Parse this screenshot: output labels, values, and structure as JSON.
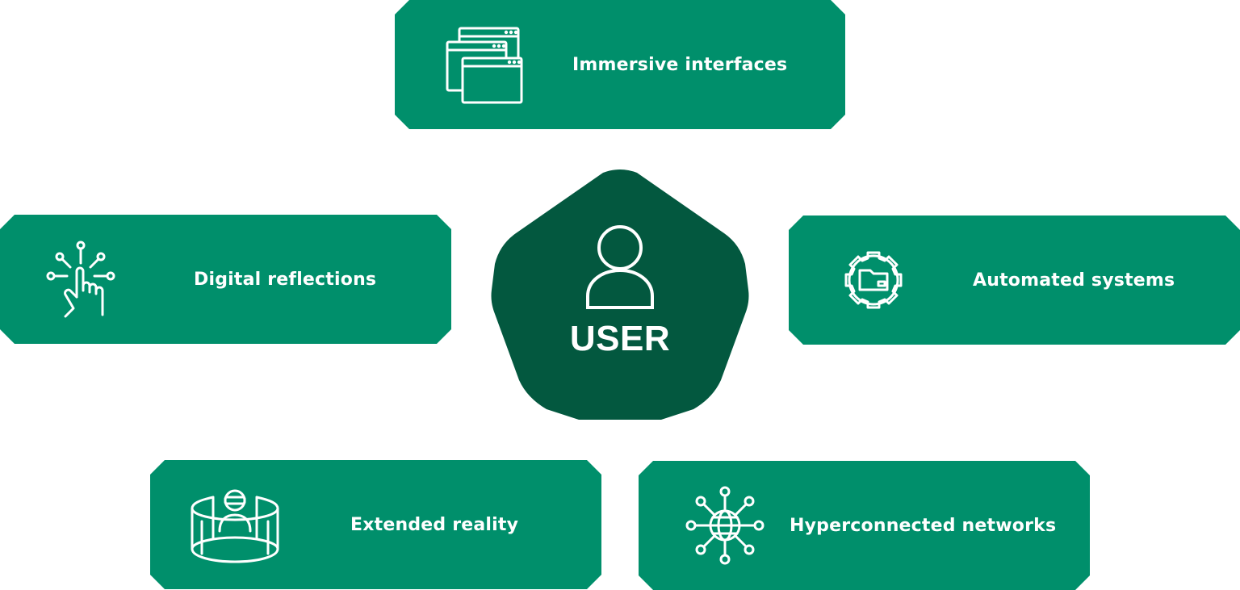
{
  "center": {
    "label": "USER"
  },
  "cards": {
    "immersive": {
      "label": "Immersive interfaces",
      "icon": "browser-windows-icon"
    },
    "digital": {
      "label": "Digital reflections",
      "icon": "touch-hand-icon"
    },
    "automated": {
      "label": "Automated systems",
      "icon": "gear-folder-icon"
    },
    "extended": {
      "label": "Extended reality",
      "icon": "vr-user-icon"
    },
    "hyper": {
      "label": "Hyperconnected networks",
      "icon": "globe-network-icon"
    }
  },
  "colors": {
    "card": "#008f6b",
    "center": "#03583f",
    "text": "#ffffff",
    "background": "#ffffff"
  }
}
